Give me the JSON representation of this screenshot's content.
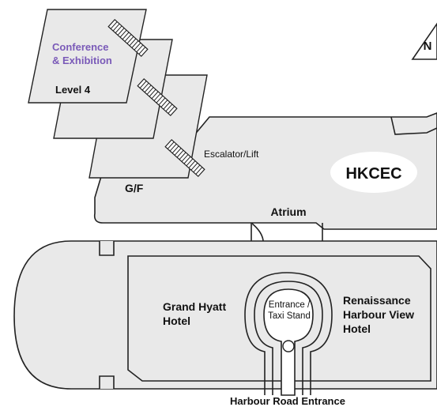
{
  "map": {
    "compass": {
      "label": "N"
    },
    "levels": {
      "conference_label_line1": "Conference",
      "conference_label_line2": "& Exhibition",
      "level4_label": "Level 4",
      "gf_label": "G/F",
      "escalator_label": "Escalator/Lift"
    },
    "buildings": {
      "hkcec": "HKCEC",
      "atrium": "Atrium",
      "grand_hyatt_line1": "Grand Hyatt",
      "grand_hyatt_line2": "Hotel",
      "renaissance_line1": "Renaissance",
      "renaissance_line2": "Harbour View",
      "renaissance_line3": "Hotel",
      "entrance_line1": "Entrance /",
      "entrance_line2": "Taxi Stand",
      "harbour_road": "Harbour Road Entrance"
    },
    "colors": {
      "conference_text": "#7a5ab8",
      "fill": "#e9e9e9",
      "stroke": "#222222"
    }
  }
}
